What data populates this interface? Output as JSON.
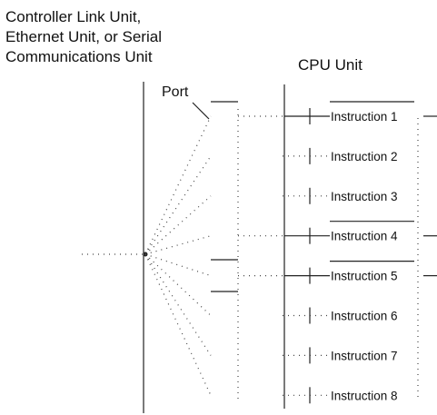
{
  "title": {
    "unit_lines": [
      "Controller Link Unit,",
      "Ethernet Unit, or Serial",
      "Communications Unit"
    ],
    "cpu": "CPU Unit"
  },
  "port_label": "Port",
  "instructions": [
    {
      "label": "Instruction 1",
      "connected": true
    },
    {
      "label": "Instruction 2",
      "connected": false
    },
    {
      "label": "Instruction 3",
      "connected": false
    },
    {
      "label": "Instruction 4",
      "connected": true
    },
    {
      "label": "Instruction 5",
      "connected": true
    },
    {
      "label": "Instruction 6",
      "connected": false
    },
    {
      "label": "Instruction 7",
      "connected": false
    },
    {
      "label": "Instruction 8",
      "connected": false
    }
  ]
}
